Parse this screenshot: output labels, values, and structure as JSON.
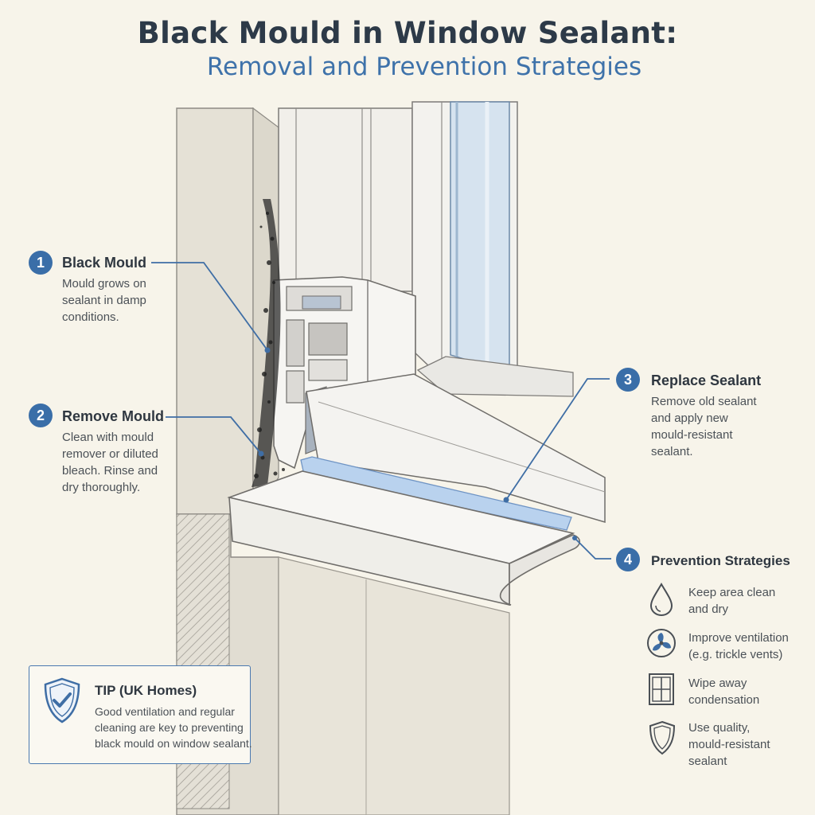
{
  "header": {
    "title": "Black Mould in Window Sealant:",
    "subtitle": "Removal and Prevention Strategies"
  },
  "colors": {
    "accent": "#3a6ea8",
    "title": "#2d3a48",
    "subtitle": "#3e72aa",
    "background": "#f7f4ea",
    "sealant": "#b9d2ee"
  },
  "steps": [
    {
      "number": "1",
      "title": "Black Mould",
      "lines": [
        "Mould grows on",
        "sealant in damp",
        "conditions."
      ]
    },
    {
      "number": "2",
      "title": "Remove Mould",
      "lines": [
        "Clean with mould",
        "remover or diluted",
        "bleach. Rinse and",
        "dry thoroughly."
      ]
    },
    {
      "number": "3",
      "title": "Replace Sealant",
      "lines": [
        "Remove old sealant",
        "and apply new",
        "mould-resistant",
        "sealant."
      ]
    },
    {
      "number": "4",
      "title": "Prevention Strategies"
    }
  ],
  "prevention": [
    {
      "icon": "water-drop-icon",
      "lines": [
        "Keep area clean",
        "and dry"
      ]
    },
    {
      "icon": "fan-icon",
      "lines": [
        "Improve ventilation",
        "(e.g. trickle vents)"
      ]
    },
    {
      "icon": "window-icon",
      "lines": [
        "Wipe away",
        "condensation"
      ]
    },
    {
      "icon": "shield-icon",
      "lines": [
        "Use quality,",
        "mould-resistant",
        "sealant"
      ]
    }
  ],
  "tip": {
    "icon": "shield-check-icon",
    "title": "TIP (UK Homes)",
    "lines": [
      "Good ventilation and regular",
      "cleaning are key to preventing",
      "black mould on window sealant."
    ]
  }
}
